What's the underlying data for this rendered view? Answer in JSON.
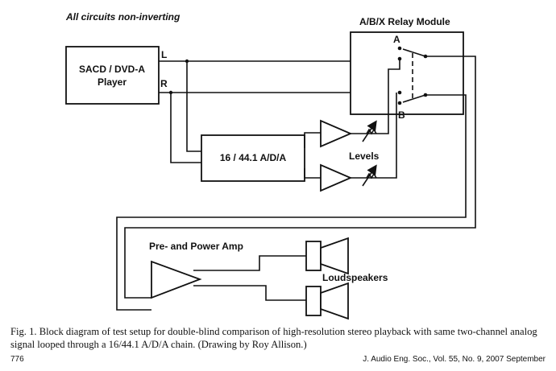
{
  "diagram": {
    "note": "All circuits non-inverting",
    "player_line1": "SACD / DVD-A",
    "player_line2": "Player",
    "out_left": "L",
    "out_right": "R",
    "relay_title": "A/B/X Relay Module",
    "relay_a": "A",
    "relay_b": "B",
    "adc_label": "16 / 44.1 A/D/A",
    "levels_label": "Levels",
    "amp_label": "Pre- and Power Amp",
    "speakers_label": "Loudspeakers"
  },
  "caption": "Fig. 1. Block diagram of test setup for double-blind comparison of high-resolution stereo playback with same two-channel analog signal looped through a 16/44.1 A/D/A chain. (Drawing by Roy Allison.)",
  "footer": {
    "page_number": "776",
    "journal": "J. Audio Eng. Soc., Vol. 55, No. 9, 2007 September"
  }
}
